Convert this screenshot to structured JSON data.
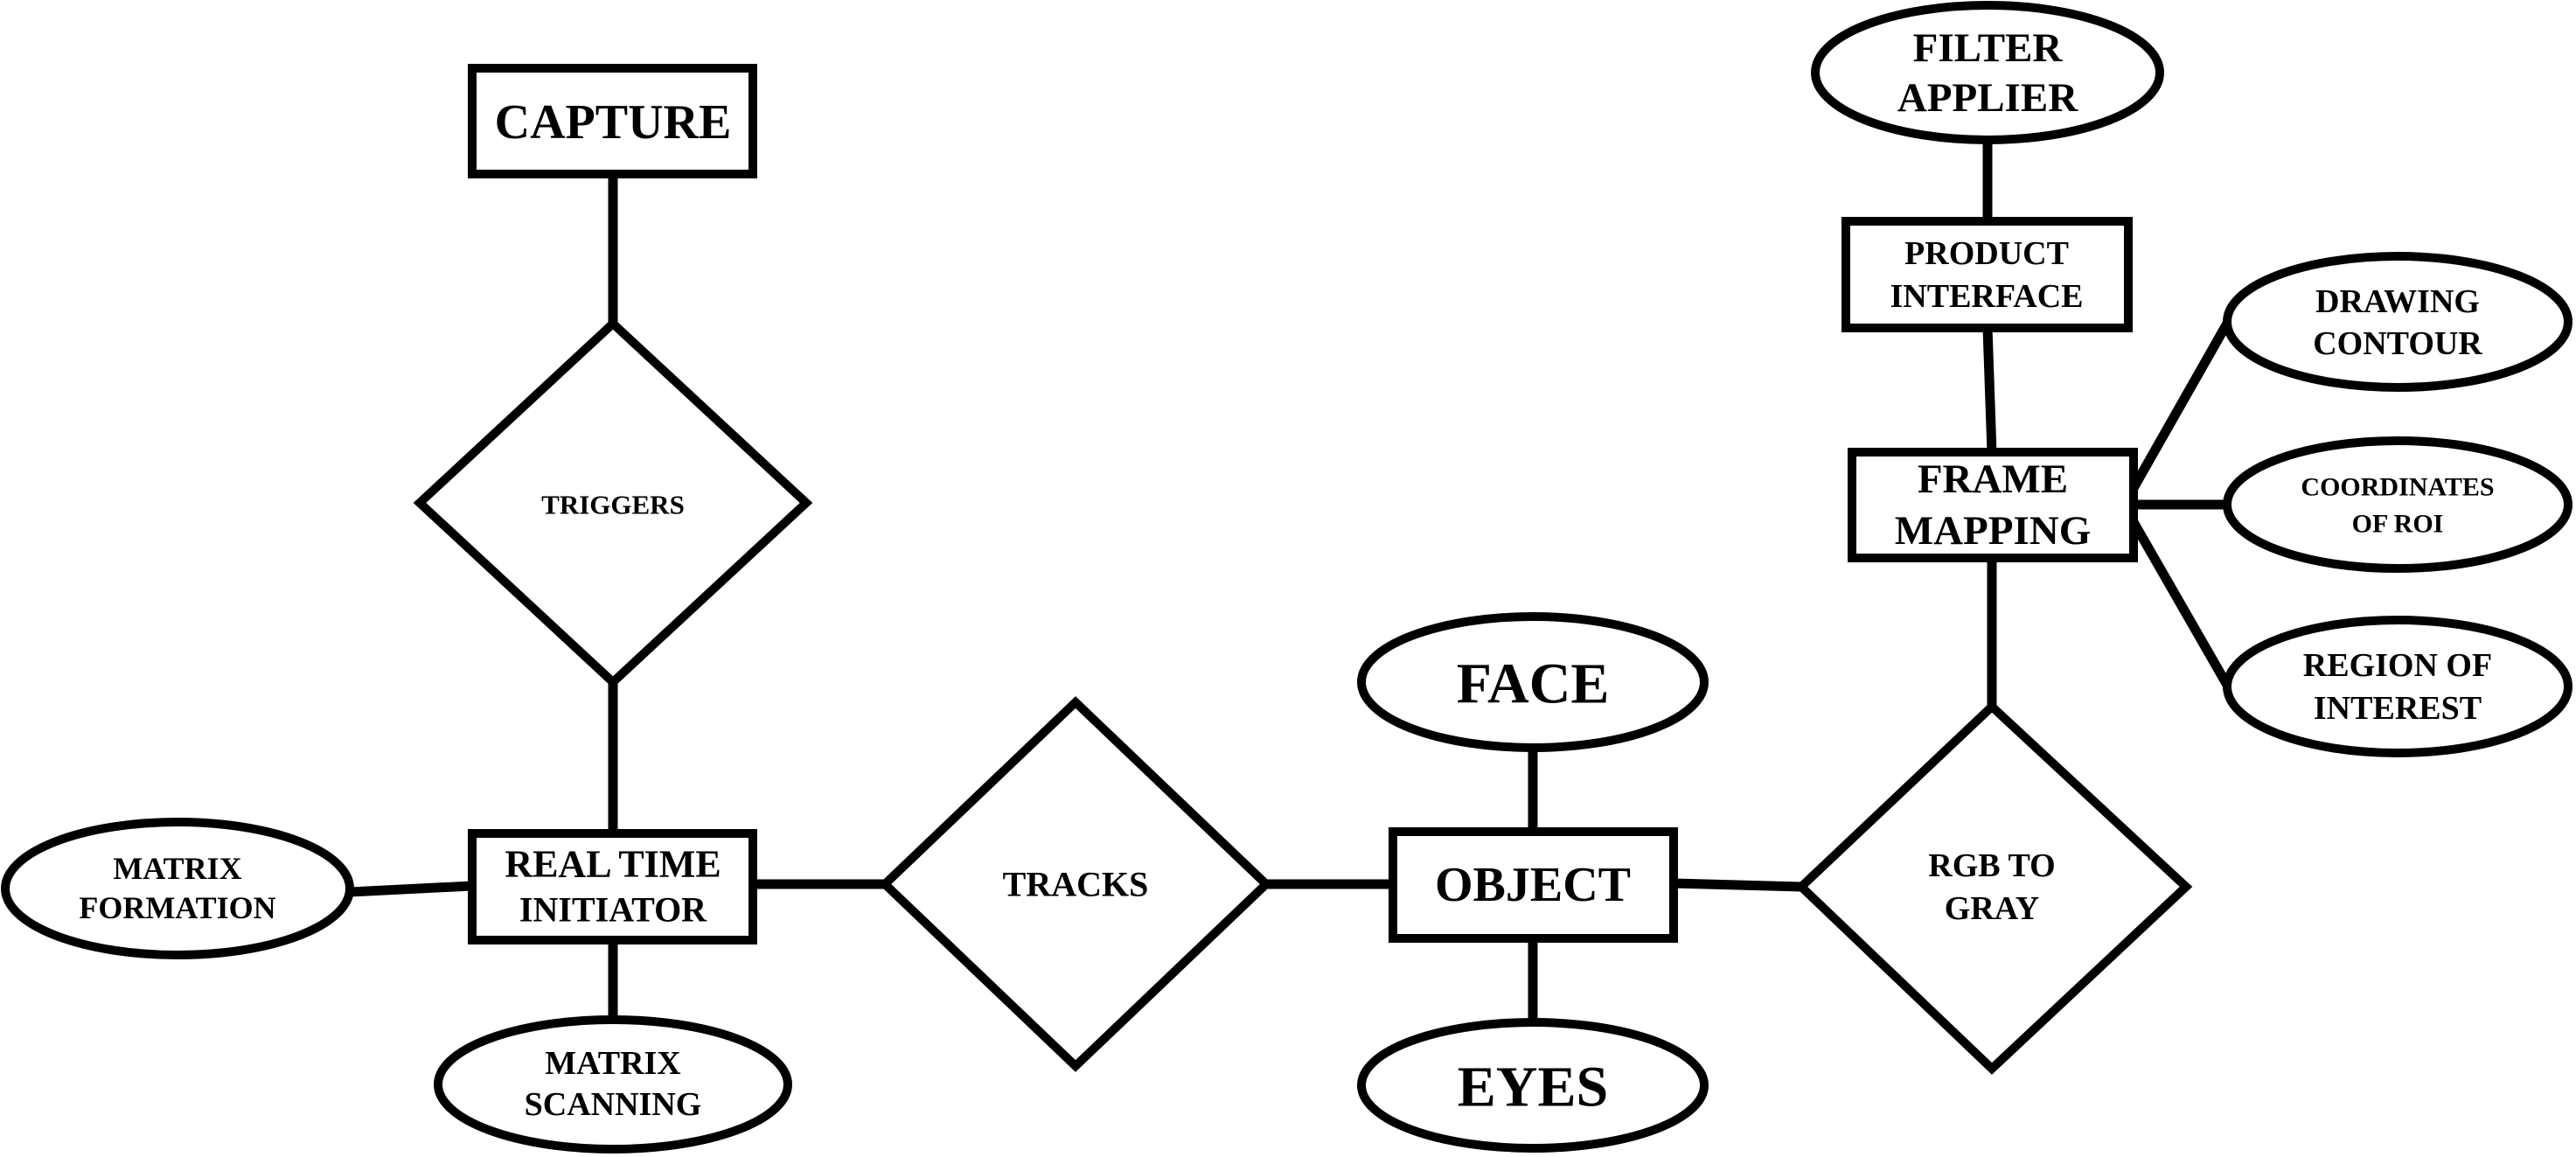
{
  "nodes": {
    "capture": [
      "CAPTURE"
    ],
    "triggers": [
      "TRIGGERS"
    ],
    "real_time_initiator": [
      "REAL TIME",
      "INITIATOR"
    ],
    "matrix_formation": [
      "MATRIX",
      "FORMATION"
    ],
    "matrix_scanning": [
      "MATRIX",
      "SCANNING"
    ],
    "tracks": [
      "TRACKS"
    ],
    "object": [
      "OBJECT"
    ],
    "face": [
      "FACE"
    ],
    "eyes": [
      "EYES"
    ],
    "rgb_to_gray": [
      "RGB TO",
      "GRAY"
    ],
    "frame_mapping": [
      "FRAME",
      "MAPPING"
    ],
    "product_interface": [
      "PRODUCT",
      "INTERFACE"
    ],
    "filter_applier": [
      "FILTER",
      "APPLIER"
    ],
    "drawing_contour": [
      "DRAWING",
      "CONTOUR"
    ],
    "coordinates_of_roi": [
      "COORDINATES",
      "OF ROI"
    ],
    "region_of_interest": [
      "REGION OF",
      "INTEREST"
    ]
  }
}
